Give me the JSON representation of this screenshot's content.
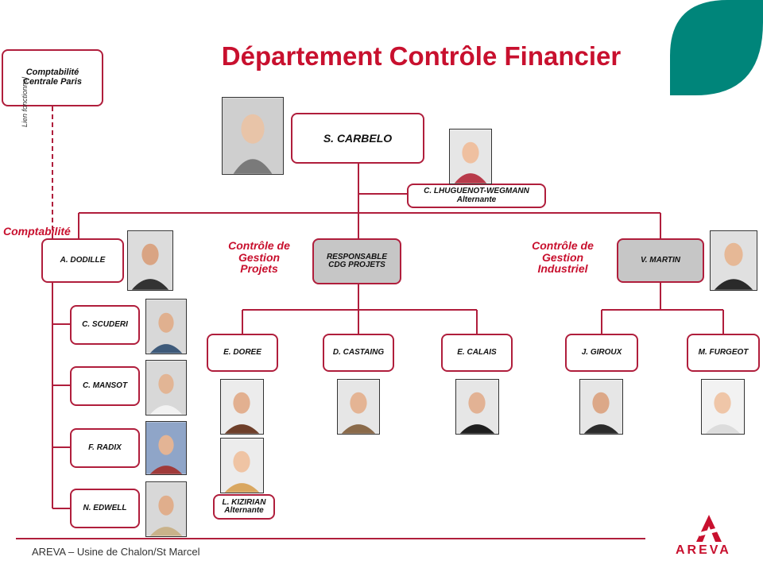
{
  "title": "Département Contrôle Financier",
  "colors": {
    "accent": "#c8102e",
    "border": "#b01e3c",
    "teal": "#00857a",
    "grey_box": "#c6c6c6"
  },
  "external": {
    "box": "Comptabilité Centrale Paris",
    "link_label": "Lien fonctionnel"
  },
  "sections": {
    "comptabilite": "Comptabilité",
    "projets": "Contrôle de Gestion Projets",
    "industriel": "Contrôle de Gestion Industriel"
  },
  "head": {
    "name": "S. CARBELO"
  },
  "assistant": {
    "name": "C. LHUGUENOT-WEGMANN",
    "role": "Alternante"
  },
  "compta": {
    "lead": "A. DODILLE",
    "members": [
      "C. SCUDERI",
      "C. MANSOT",
      "F. RADIX",
      "N. EDWELL"
    ]
  },
  "projets": {
    "lead": "RESPONSABLE CDG PROJETS",
    "members": [
      "E. DOREE",
      "D. CASTAING",
      "E. CALAIS"
    ],
    "intern": {
      "name": "L. KIZIRIAN",
      "role": "Alternante"
    }
  },
  "industriel": {
    "lead": "V. MARTIN",
    "members": [
      "J. GIROUX",
      "M. FURGEOT"
    ]
  },
  "footer": "AREVA – Usine de Chalon/St Marcel",
  "logo": {
    "text": "AREVA",
    "icon": "areva-logo-icon"
  }
}
